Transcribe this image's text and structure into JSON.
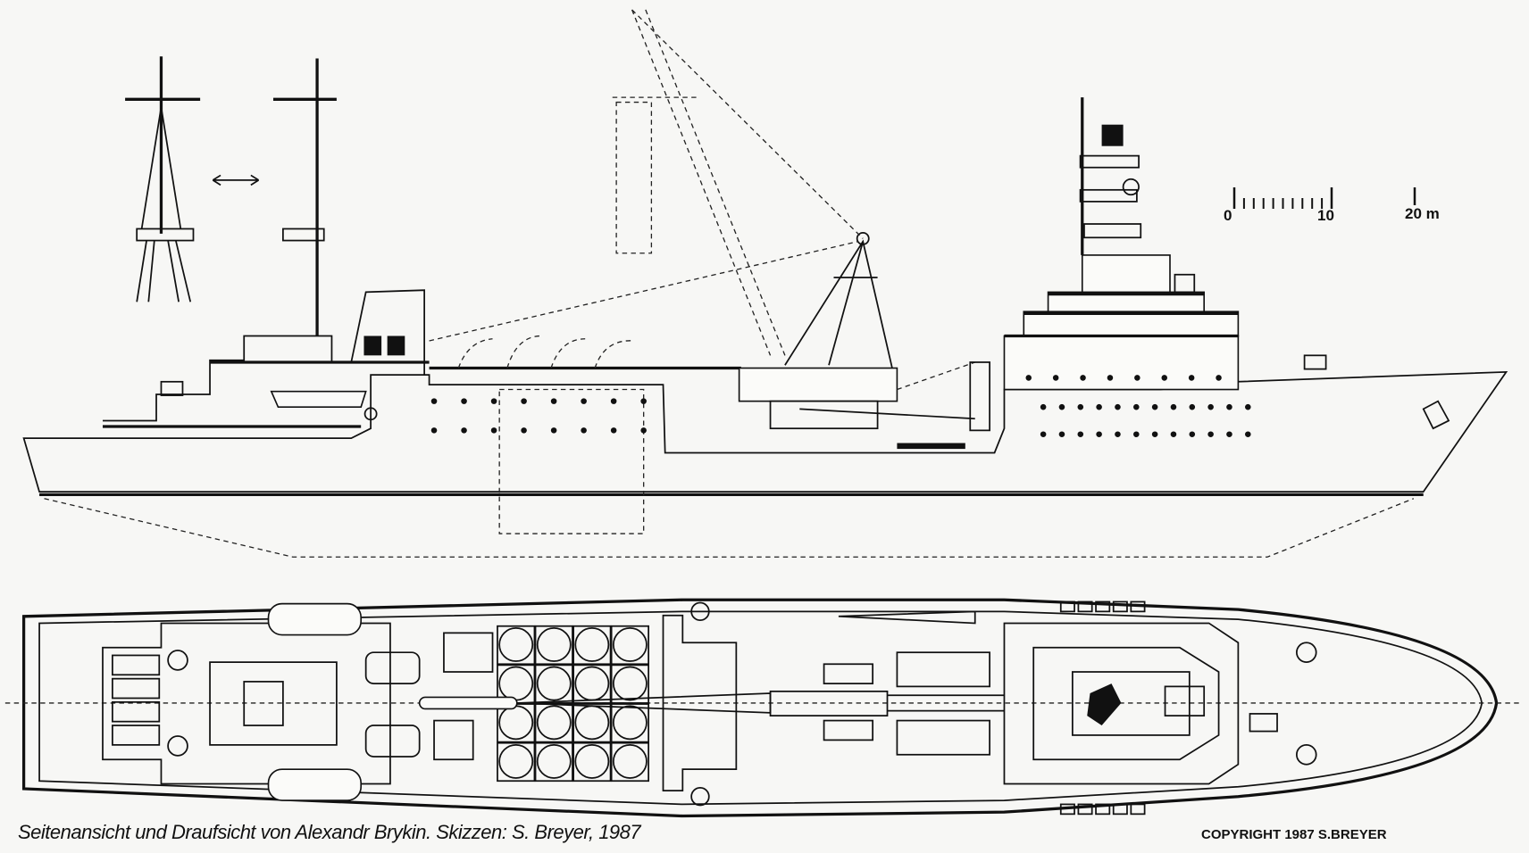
{
  "scale_bar": {
    "labels": [
      "0",
      "10",
      "20 m"
    ]
  },
  "caption": {
    "main": "Seitenansicht und Draufsicht von Alexandr Brykin.",
    "credit": "Skizzen: S. Breyer, 1987"
  },
  "copyright": "COPYRIGHT 1987 S.BREYER"
}
